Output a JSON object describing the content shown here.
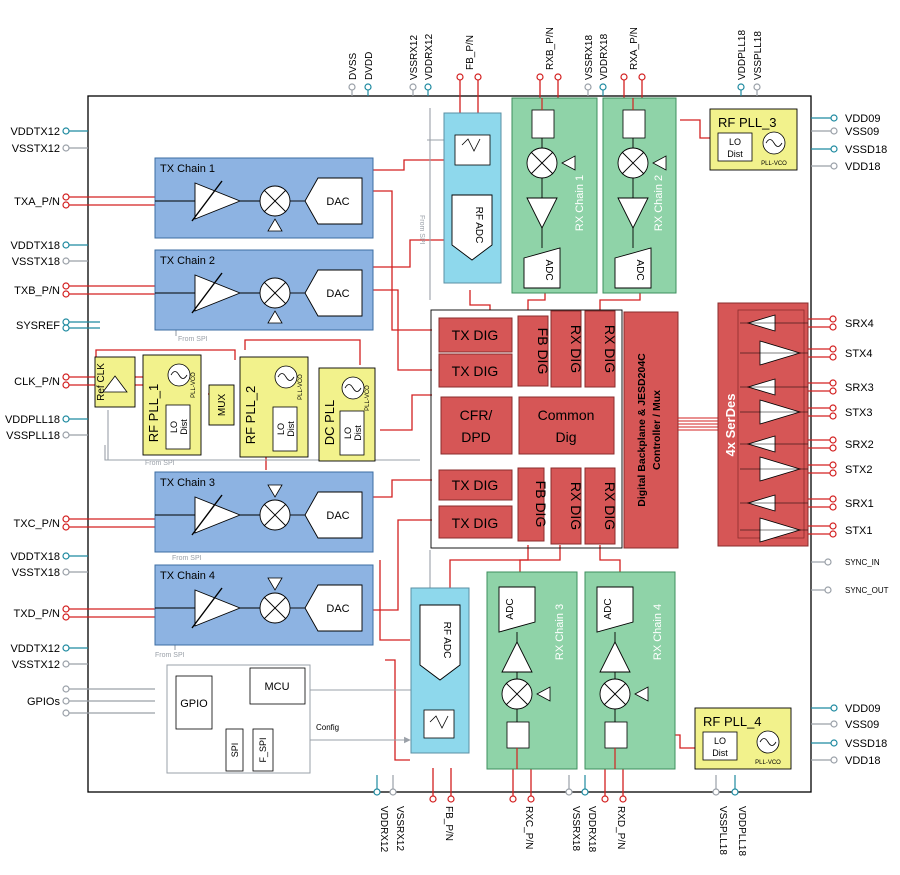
{
  "left_pins": [
    {
      "label": "VDDTX12",
      "kind": "power_teal"
    },
    {
      "label": "VSSTX12",
      "kind": "ground_gray"
    },
    {
      "label": "TXA_P/N",
      "kind": "signal_red"
    },
    {
      "label": "VDDTX18",
      "kind": "power_teal"
    },
    {
      "label": "VSSTX18",
      "kind": "ground_gray"
    },
    {
      "label": "TXB_P/N",
      "kind": "signal_red"
    },
    {
      "label": "SYSREF",
      "kind": "power_teal"
    },
    {
      "label": "CLK_P/N",
      "kind": "signal_red"
    },
    {
      "label": "VDDPLL18",
      "kind": "power_teal"
    },
    {
      "label": "VSSPLL18",
      "kind": "ground_gray"
    },
    {
      "label": "TXC_P/N",
      "kind": "signal_red"
    },
    {
      "label": "VDDTX18",
      "kind": "power_teal"
    },
    {
      "label": "VSSTX18",
      "kind": "ground_gray"
    },
    {
      "label": "TXD_P/N",
      "kind": "signal_red"
    },
    {
      "label": "VDDTX12",
      "kind": "power_teal"
    },
    {
      "label": "VSSTX12",
      "kind": "ground_gray"
    },
    {
      "label": "GPIOs",
      "kind": "gpio"
    }
  ],
  "right_pins": [
    {
      "label": "VDD09",
      "kind": "power_teal"
    },
    {
      "label": "VSS09",
      "kind": "ground_gray"
    },
    {
      "label": "VSSD18",
      "kind": "power_teal"
    },
    {
      "label": "VDD18",
      "kind": "ground_gray"
    },
    {
      "label": "SRX4",
      "kind": "signal_red"
    },
    {
      "label": "STX4",
      "kind": "signal_red"
    },
    {
      "label": "SRX3",
      "kind": "signal_red"
    },
    {
      "label": "STX3",
      "kind": "signal_red"
    },
    {
      "label": "SRX2",
      "kind": "signal_red"
    },
    {
      "label": "STX2",
      "kind": "signal_red"
    },
    {
      "label": "SRX1",
      "kind": "signal_red"
    },
    {
      "label": "STX1",
      "kind": "signal_red"
    },
    {
      "label": "SYNC_IN",
      "kind": "ground_gray"
    },
    {
      "label": "SYNC_OUT",
      "kind": "ground_gray"
    },
    {
      "label": "VDD09",
      "kind": "power_teal"
    },
    {
      "label": "VSS09",
      "kind": "ground_gray"
    },
    {
      "label": "VSSD18",
      "kind": "power_teal"
    },
    {
      "label": "VDD18",
      "kind": "ground_gray"
    }
  ],
  "top_pins": [
    {
      "label": "DVSS",
      "kind": "ground_gray"
    },
    {
      "label": "DVDD",
      "kind": "power_teal"
    },
    {
      "label": "VSSRX12",
      "kind": "ground_gray"
    },
    {
      "label": "VDDRX12",
      "kind": "power_teal"
    },
    {
      "label": "FB_P/N",
      "kind": "signal_red"
    },
    {
      "label": "RXB_P/N",
      "kind": "signal_red"
    },
    {
      "label": "VSSRX18",
      "kind": "ground_gray"
    },
    {
      "label": "VDDRX18",
      "kind": "power_teal"
    },
    {
      "label": "RXA_P/N",
      "kind": "signal_red"
    },
    {
      "label": "VDDPLL18",
      "kind": "power_teal"
    },
    {
      "label": "VSSPLL18",
      "kind": "ground_gray"
    }
  ],
  "bottom_pins": [
    {
      "label": "VDDRX12",
      "kind": "power_teal"
    },
    {
      "label": "VSSRX12",
      "kind": "ground_gray"
    },
    {
      "label": "FB_P/N",
      "kind": "signal_red"
    },
    {
      "label": "RXC_P/N",
      "kind": "signal_red"
    },
    {
      "label": "VSSRX18",
      "kind": "ground_gray"
    },
    {
      "label": "VDDRX18",
      "kind": "power_teal"
    },
    {
      "label": "RXD_P/N",
      "kind": "signal_red"
    },
    {
      "label": "VSSPLL18",
      "kind": "ground_gray"
    },
    {
      "label": "VDDPLL18",
      "kind": "power_teal"
    }
  ],
  "tx_chains": [
    {
      "label": "TX Chain 1",
      "dac": "DAC",
      "note": "From SPI"
    },
    {
      "label": "TX Chain 2",
      "dac": "DAC",
      "note": "From SPI"
    },
    {
      "label": "TX Chain 3",
      "dac": "DAC",
      "note": "From SPI"
    },
    {
      "label": "TX Chain 4",
      "dac": "DAC",
      "note": "From SPI"
    }
  ],
  "rx_chains": [
    {
      "label": "RX Chain 1",
      "adc": "ADC"
    },
    {
      "label": "RX Chain 2",
      "adc": "ADC"
    },
    {
      "label": "RX Chain 3",
      "adc": "ADC"
    },
    {
      "label": "RX Chain 4",
      "adc": "ADC"
    }
  ],
  "fb_adcs": [
    {
      "label": "RF ADC"
    },
    {
      "label": "RF ADC"
    }
  ],
  "plls": {
    "rf_pll_1": {
      "title": "RF PLL_1",
      "lo": "LO",
      "dist": "Dist",
      "vco": "PLL-VCO"
    },
    "rf_pll_2": {
      "title": "RF PLL_2",
      "lo": "LO",
      "dist": "Dist",
      "vco": "PLL-VCO"
    },
    "dc_pll": {
      "title": "DC PLL",
      "lo": "LO",
      "dist": "Dist",
      "vco": "PLL-VCO"
    },
    "rf_pll_3": {
      "title": "RF PLL_3",
      "lo": "LO",
      "dist": "Dist",
      "vco": "PLL-VCO"
    },
    "rf_pll_4": {
      "title": "RF PLL_4",
      "lo": "LO",
      "dist": "Dist",
      "vco": "PLL-VCO"
    },
    "ref_clk": "Ref CLK",
    "mux": "MUX"
  },
  "digital": {
    "tx_dig": "TX DIG",
    "fb_dig": "FB DIG",
    "rx_dig": "RX DIG",
    "cfr_line1": "CFR/",
    "cfr_line2": "DPD",
    "common_line1": "Common",
    "common_line2": "Dig",
    "backplane_line1": "Digital Backplane & JESD204C",
    "backplane_line2": "Controller / Mux",
    "serdes": "4x SerDes"
  },
  "control": {
    "gpio": "GPIO",
    "mcu": "MCU",
    "spi": "SPI",
    "f_spi": "F_SPI",
    "config": "Config"
  },
  "notes": {
    "from_spi": "From SPI"
  },
  "colors": {
    "tx_fill": "#8db3e2",
    "rx_fill": "#8fd3a8",
    "adc_fill": "#8ed8ec",
    "pll_fill": "#f2f28c",
    "digital_fill": "#d65656",
    "signal": "#d32020",
    "power": "#1f8aa0",
    "ground": "#9aa0a8"
  }
}
